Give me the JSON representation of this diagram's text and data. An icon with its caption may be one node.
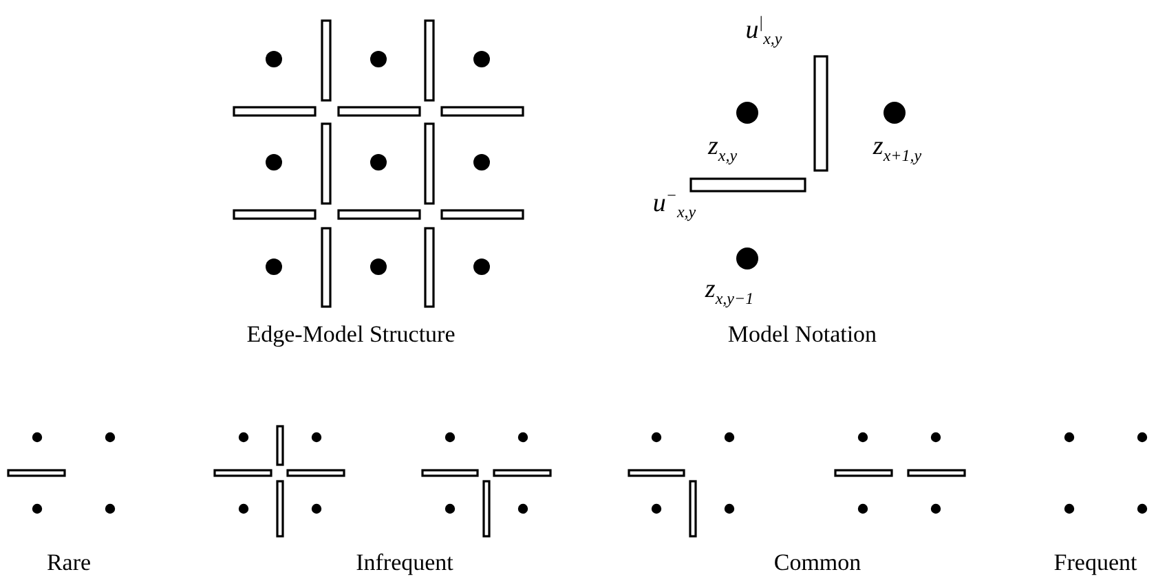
{
  "diagram": {
    "labels": [
      "u$^{|}$$_{x,y}$",
      "z$_{x,y}$",
      "z$_{x+1,y}$",
      "u$^{−}$$_{x,y}$",
      "z$_{x,y−1}$",
      "Edge-Model Structure",
      "Model Notation",
      "Rare",
      "Infrequent",
      "Common",
      "Frequent"
    ]
  }
}
